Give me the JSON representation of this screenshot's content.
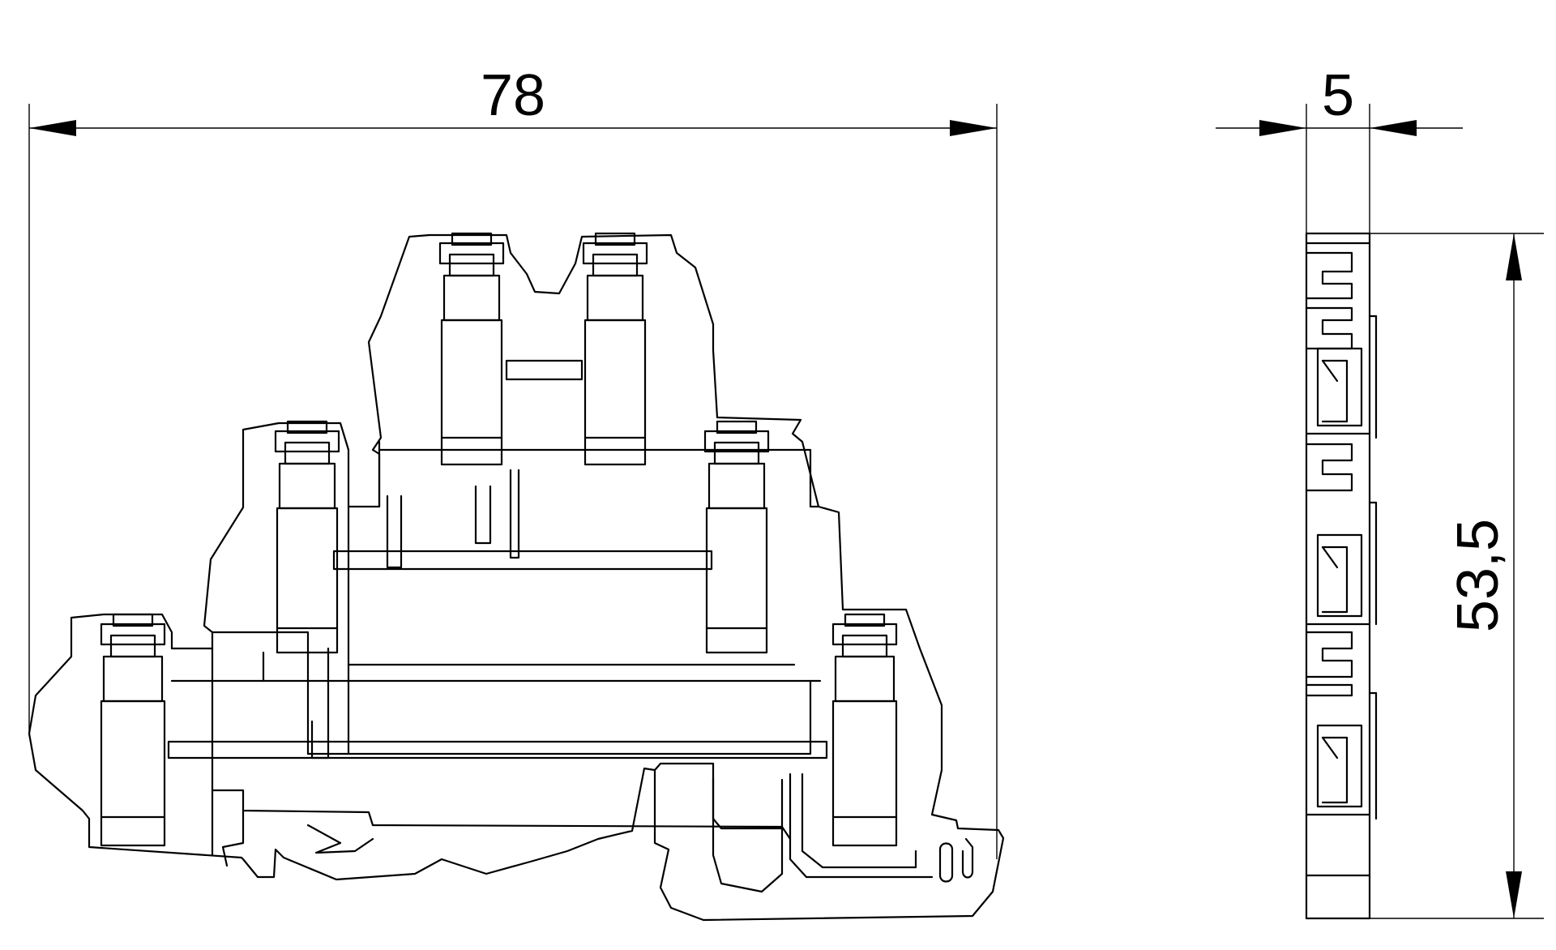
{
  "dimensions": {
    "width_label": "78",
    "thickness_label": "5",
    "height_label": "53,5"
  },
  "colors": {
    "line": "#000000",
    "background": "#ffffff"
  }
}
